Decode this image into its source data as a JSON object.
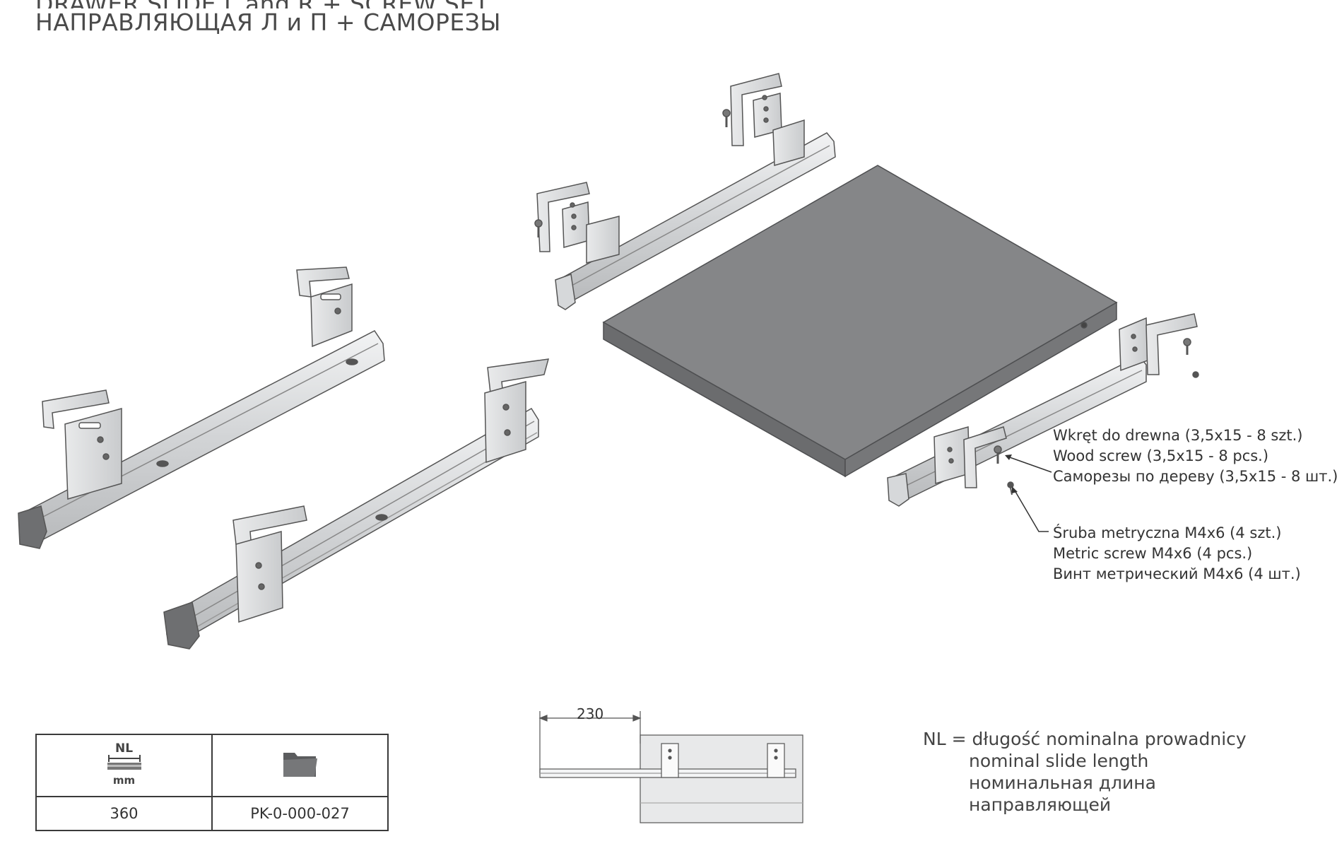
{
  "title": {
    "line1": "DRAWER SLIDE L and R + SCREW SET",
    "line2": "НАПРАВЛЯЮЩАЯ Л и П + САМОРЕЗЫ"
  },
  "wood_screw_note": {
    "pl": "Wkręt do drewna (3,5x15 - 8 szt.)",
    "en": "Wood screw (3,5x15 - 8 pcs.)",
    "ru": "Саморезы по дереву (3,5x15 - 8 шт.)"
  },
  "metric_screw_note": {
    "pl": "Śruba metryczna M4x6 (4 szt.)",
    "en": "Metric screw M4x6 (4 pcs.)",
    "ru": "Винт метрический M4x6 (4 шт.)"
  },
  "spec_table": {
    "nl_icon": "NL",
    "unit_icon": "mm",
    "folder_icon": "folder-icon",
    "length": "360",
    "code": "PK-0-000-027"
  },
  "dimension": {
    "value": "230"
  },
  "nl_definition": {
    "line1": "NL = długość nominalna prowadnicy",
    "line2": "nominal slide length",
    "line3": "номинальная длина",
    "line4": "направляющей"
  },
  "colors": {
    "panel": "#848587",
    "rail": "#d7d9db",
    "bracket": "#dcdee0",
    "outline": "#555555",
    "cap": "#6e6f71"
  }
}
